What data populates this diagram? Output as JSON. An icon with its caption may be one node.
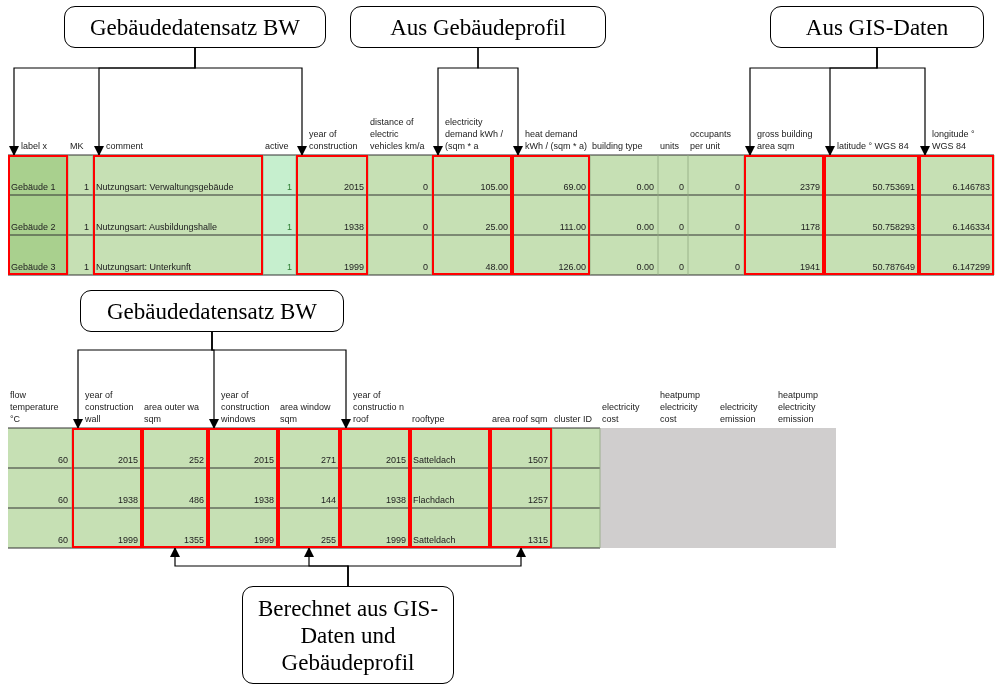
{
  "diagram": {
    "nodes": [
      {
        "text": [
          "Gebäudedatensatz BW"
        ]
      },
      {
        "text": [
          "Aus Gebäudeprofil"
        ]
      },
      {
        "text": [
          "Aus GIS-Daten"
        ]
      },
      {
        "text": [],
        "shape": "box"
      },
      {
        "text": [],
        "shape": "box"
      },
      {
        "text": [],
        "shape": "box"
      },
      {
        "text": [],
        "shape": "box"
      },
      {
        "text": [],
        "shape": "box"
      },
      {
        "text": [],
        "shape": "box"
      },
      {
        "text": [],
        "shape": "box"
      },
      {
        "text": [],
        "shape": "box"
      },
      {
        "text": [
          "Gebäudedatensatz BW"
        ]
      },
      {
        "text": [],
        "shape": "box"
      },
      {
        "text": [],
        "shape": "box"
      },
      {
        "text": [],
        "shape": "box"
      },
      {
        "text": [],
        "shape": "box"
      },
      {
        "text": [],
        "shape": "box"
      },
      {
        "text": [],
        "shape": "box"
      },
      {
        "text": [],
        "shape": "box"
      },
      {
        "text": [
          "Berechnet aus GIS-Daten und Gebäudeprofil"
        ]
      }
    ],
    "edges": [
      {
        "from": 0,
        "to": 3,
        "arrow": "to"
      },
      {
        "from": 0,
        "to": 4,
        "arrow": "to"
      },
      {
        "from": 0,
        "to": 5,
        "arrow": "to"
      },
      {
        "from": 1,
        "to": 6,
        "arrow": "to"
      },
      {
        "from": 1,
        "to": 7,
        "arrow": "to"
      },
      {
        "from": 2,
        "to": 8,
        "arrow": "to"
      },
      {
        "from": 2,
        "to": 9,
        "arrow": "to"
      },
      {
        "from": 2,
        "to": 10,
        "arrow": "to"
      },
      {
        "from": 11,
        "to": 12,
        "arrow": "to"
      },
      {
        "from": 11,
        "to": 14,
        "arrow": "to"
      },
      {
        "from": 11,
        "to": 16,
        "arrow": "to"
      },
      {
        "from": 19,
        "to": 13,
        "arrow": "to"
      },
      {
        "from": 19,
        "to": 15,
        "arrow": "to"
      },
      {
        "from": 19,
        "to": 18,
        "arrow": "to"
      }
    ],
    "labels": [
      "label x",
      "MK",
      "comment",
      "active",
      "year of construction",
      "distance of electric vehicles km/a",
      "electricity demand kWh / (sqm * a",
      "heat demand kWh / (sqm * a)",
      "building type",
      "units",
      "occupants per unit",
      "gross building area sqm",
      "latitude ° WGS 84",
      "longitude ° WGS 84",
      "Gebäude 1",
      "1",
      "Nutzungsart: Verwaltungsgebäude",
      "1",
      "2015",
      "0",
      "105.00",
      "69.00",
      "0.00",
      "0",
      "0",
      "2379",
      "50.753691",
      "6.146783",
      "Gebäude 2",
      "1",
      "Nutzungsart: Ausbildungshalle",
      "1",
      "1938",
      "0",
      "25.00",
      "111.00",
      "0.00",
      "0",
      "0",
      "1178",
      "50.758293",
      "6.146334",
      "Gebäude 3",
      "1",
      "Nutzungsart: Unterkunft",
      "1",
      "1999",
      "0",
      "48.00",
      "126.00",
      "0.00",
      "0",
      "0",
      "1941",
      "50.787649",
      "6.147299",
      "flow temperature °C",
      "year of construction wall",
      "area outer wa sqm",
      "year of construction windows",
      "area window sqm",
      "year of constructio n roof",
      "rooftype",
      "area roof sqm",
      "cluster ID",
      "electricity cost",
      "heatpump electricity cost",
      "electricity emission",
      "heatpump electricity emission",
      "60",
      "2015",
      "252",
      "2015",
      "271",
      "2015",
      "Satteldach",
      "1507",
      "60",
      "1938",
      "486",
      "1938",
      "144",
      "1938",
      "Flachdach",
      "1257",
      "60",
      "1999",
      "1355",
      "1999",
      "255",
      "1999",
      "Satteldach",
      "1315"
    ]
  }
}
